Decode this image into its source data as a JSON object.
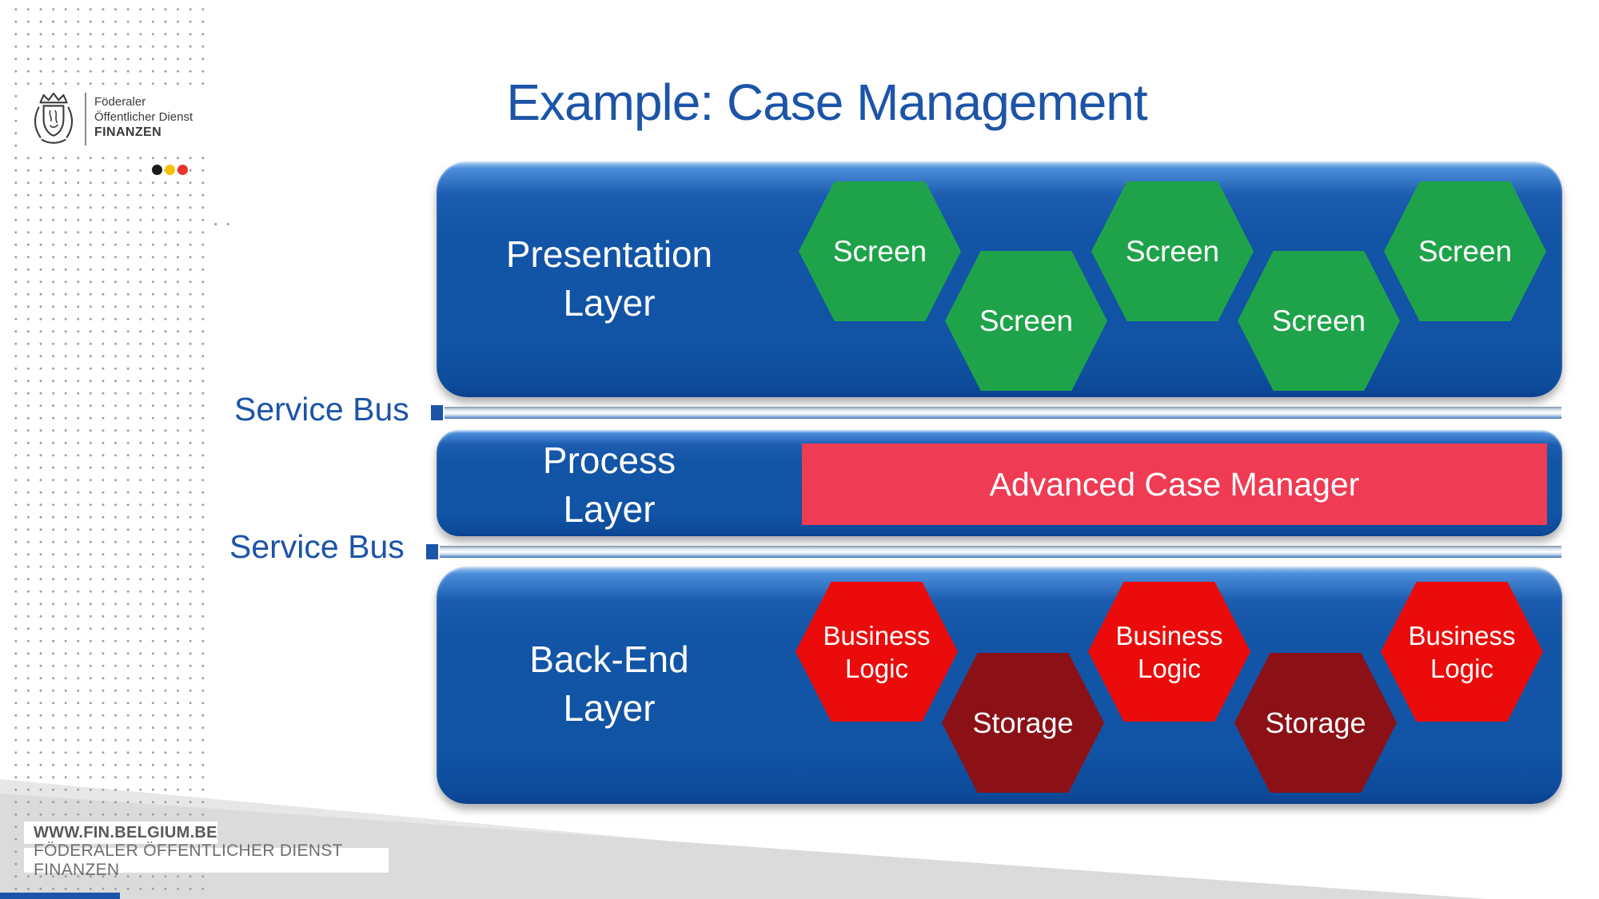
{
  "title": "Example: Case Management",
  "logo": {
    "org_line1": "Föderaler",
    "org_line2": "Öffentlicher Dienst",
    "org_line3": "FINANZEN"
  },
  "layers": {
    "presentation": {
      "title_line1": "Presentation",
      "title_line2": "Layer",
      "hexagons": [
        {
          "label": "Screen",
          "kind": "screen"
        },
        {
          "label": "Screen",
          "kind": "screen"
        },
        {
          "label": "Screen",
          "kind": "screen"
        },
        {
          "label": "Screen",
          "kind": "screen"
        },
        {
          "label": "Screen",
          "kind": "screen"
        }
      ]
    },
    "process": {
      "title_line1": "Process",
      "title_line2": "Layer",
      "component_label": "Advanced Case Manager"
    },
    "backend": {
      "title_line1": "Back-End",
      "title_line2": "Layer",
      "hexagons": [
        {
          "label": "Business Logic",
          "kind": "business-logic"
        },
        {
          "label": "Storage",
          "kind": "storage"
        },
        {
          "label": "Business Logic",
          "kind": "business-logic"
        },
        {
          "label": "Storage",
          "kind": "storage"
        },
        {
          "label": "Business Logic",
          "kind": "business-logic"
        }
      ]
    }
  },
  "service_bus_upper": {
    "label": "Service Bus"
  },
  "service_bus_lower": {
    "label": "Service Bus"
  },
  "footer": {
    "website": "WWW.FIN.BELGIUM.BE",
    "organization": "FÖDERALER ÖFFENTLICHER DIENST FINANZEN"
  },
  "colors": {
    "title_blue": "#1C54A8",
    "layer_blue": "#1153A4",
    "screen_green": "#1FA34A",
    "business_red": "#EC0B0B",
    "storage_maroon": "#8B1117",
    "case_manager_red": "#EF3B53",
    "footer_gray": "#DBDBDB"
  }
}
